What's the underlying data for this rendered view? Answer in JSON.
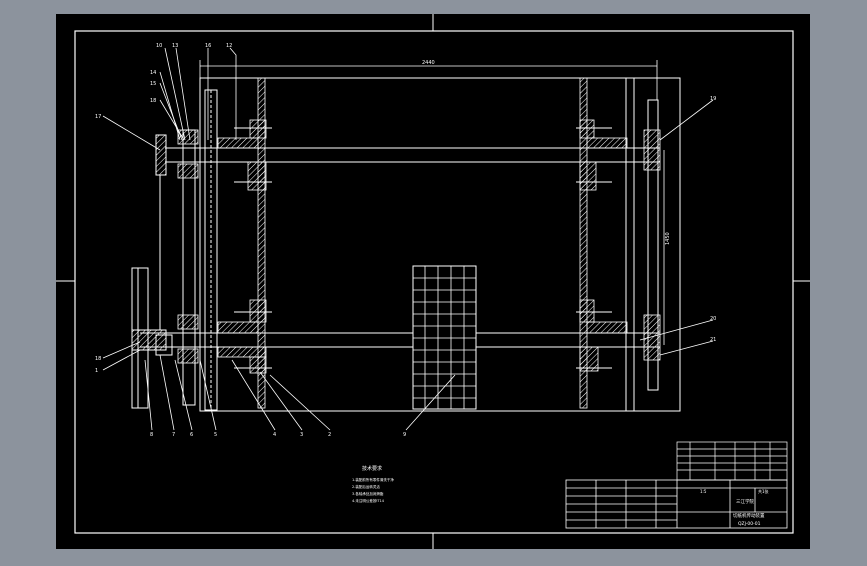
{
  "app": {
    "background": "#8c939d",
    "sheet_color": "#000000",
    "line_color": "#ffffff"
  },
  "drawing": {
    "dimension_top": "2440",
    "dimension_right": "1450",
    "callouts_top": [
      "10",
      "13",
      "16",
      "12"
    ],
    "callouts_left_stack": [
      "14",
      "15",
      "18"
    ],
    "callout_left_upper": "17",
    "callout_right_upper": "19",
    "callout_right_mid": "20",
    "callout_right_lower": "21",
    "callout_left_lower": [
      "18",
      "1"
    ],
    "callouts_bottom": [
      "8",
      "7",
      "6",
      "5",
      "4",
      "3",
      "2",
      "9"
    ]
  },
  "notes": {
    "heading": "技术要求",
    "lines": [
      "1.装配前所有零件清洗干净",
      "2.装配后运转灵活",
      "3.各轴承处加润滑脂",
      "4.未注明公差按IT14"
    ]
  },
  "title_block": {
    "school": "三江学院",
    "drawing_name": "切纸机传动装置",
    "drawing_no": "QZJ-00-01",
    "scale": "1:5",
    "sheet": "共1张"
  }
}
